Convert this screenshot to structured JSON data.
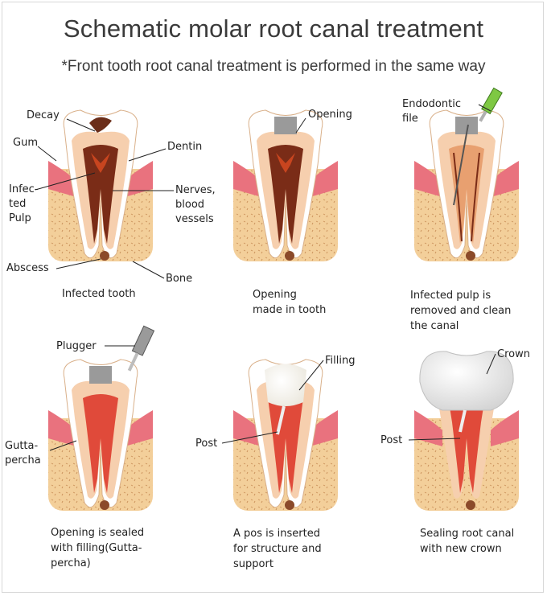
{
  "title": "Schematic molar root canal treatment",
  "subtitle": "*Front tooth root canal treatment is performed in the same way",
  "panels": [
    {
      "caption": [
        "Infected tooth"
      ],
      "labels": {
        "decay": "Decay",
        "gum": "Gum",
        "dentin": "Dentin",
        "infected_pulp": [
          "Infec-",
          "ted",
          "Pulp"
        ],
        "nerves": [
          "Nerves,",
          "blood",
          "vessels"
        ],
        "abscess": "Abscess",
        "bone": "Bone"
      }
    },
    {
      "caption": [
        "Opening",
        "made in tooth"
      ],
      "labels": {
        "opening": "Opening"
      }
    },
    {
      "caption": [
        "Infected pulp is",
        "removed and clean",
        "the canal"
      ],
      "labels": {
        "endodontic_file": [
          "Endodontic",
          "file"
        ]
      }
    },
    {
      "caption": [
        "Opening is sealed",
        "with filling(Gutta-",
        "percha)"
      ],
      "labels": {
        "plugger": "Plugger",
        "gutta_percha": [
          "Gutta-",
          "percha"
        ]
      }
    },
    {
      "caption": [
        "A pos is inserted",
        "for structure and",
        "support"
      ],
      "labels": {
        "filling": "Filling",
        "post": "Post"
      }
    },
    {
      "caption": [
        "Sealing root canal",
        "with new crown"
      ],
      "labels": {
        "crown": "Crown",
        "post": "Post"
      }
    }
  ],
  "colors": {
    "bone": "#f3cf9a",
    "gum": "#e9727e",
    "enamel": "#ffffff",
    "dentin": "#f6cfae",
    "pulp": "#c8451f",
    "infection": "#6b2e1a",
    "filling": "#9a9a9a",
    "gutta_percha": "#e04a3a",
    "crown": "#f2f2f2",
    "instrument": "#7ec843"
  }
}
